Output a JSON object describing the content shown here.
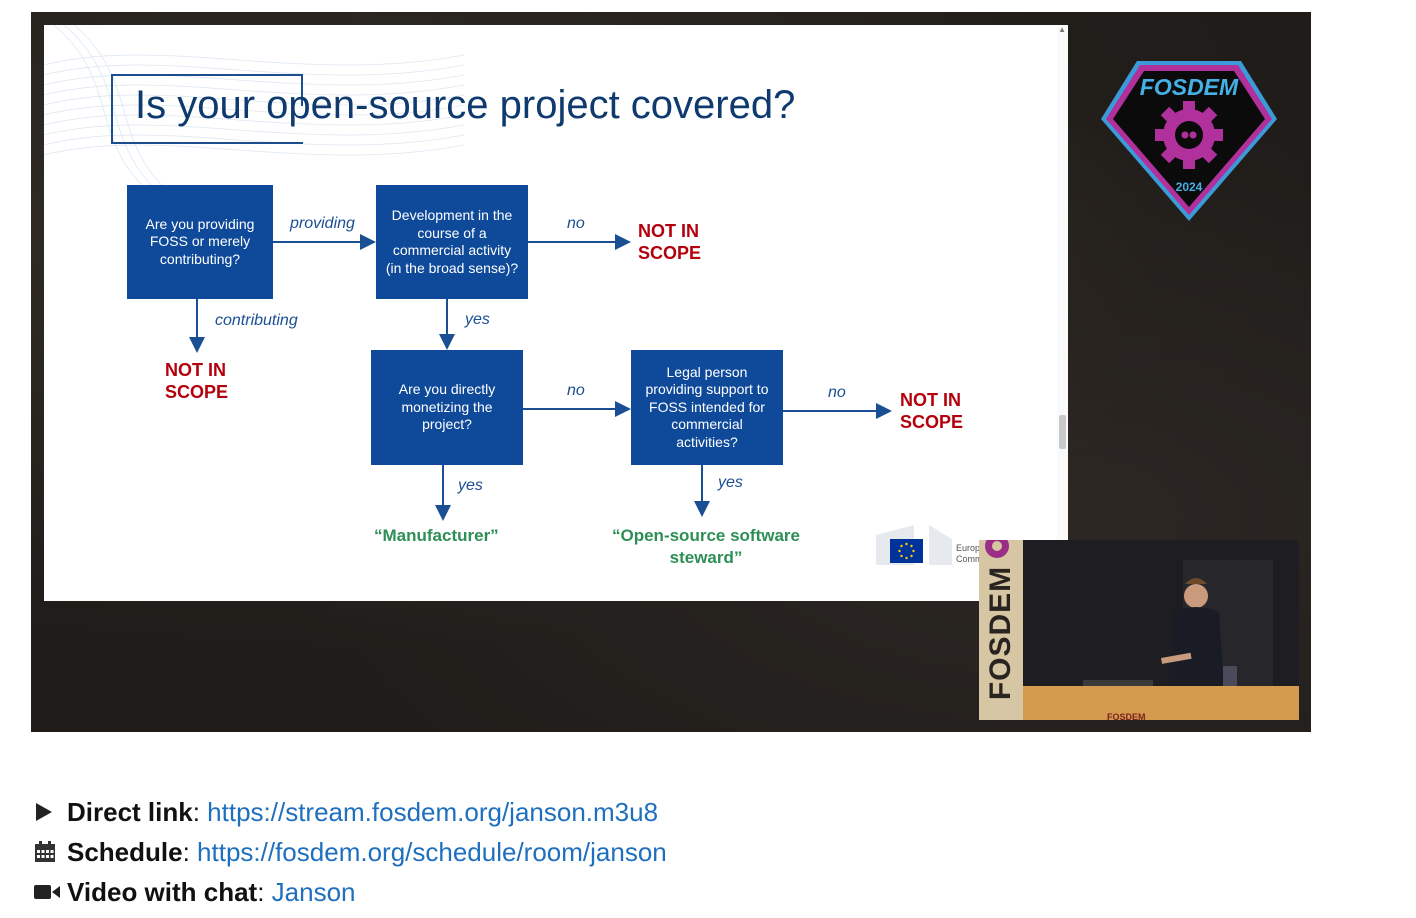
{
  "slide": {
    "title": "Is your open-source project covered?",
    "boxes": {
      "providing_question": "Are you providing FOSS or merely contributing?",
      "commercial_question": "Development in the course of a commercial activity (in the broad sense)?",
      "monetizing_question": "Are you directly monetizing the project?",
      "legal_person_question": "Legal person providing support to FOSS intended for commercial activities?"
    },
    "edges": {
      "providing": "providing",
      "contributing": "contributing",
      "no_1": "no",
      "yes_1": "yes",
      "no_2": "no",
      "no_3": "no",
      "yes_2": "yes",
      "yes_3": "yes"
    },
    "outcomes": {
      "not_in_scope_line1": "NOT IN",
      "not_in_scope_line2": "SCOPE",
      "manufacturer": "“Manufacturer”",
      "steward_line1": "“Open-source software",
      "steward_line2": "steward”"
    },
    "logo_text_line1": "Europ",
    "logo_text_line2": "Comm"
  },
  "badge": {
    "name": "FOSDEM",
    "year": "2024"
  },
  "camera": {
    "banner_text": "FOSDEM",
    "desk_text": "FOSDEM"
  },
  "info_list": [
    {
      "icon": "play-icon",
      "label": "Direct link",
      "link": "https://stream.fosdem.org/janson.m3u8"
    },
    {
      "icon": "calendar-icon",
      "label": "Schedule",
      "link": "https://fosdem.org/schedule/room/janson"
    },
    {
      "icon": "video-camera-icon",
      "label": "Video with chat",
      "link": "Janson"
    }
  ],
  "colors": {
    "slide_blue": "#0f4a9a",
    "not_in_scope_red": "#b3000c",
    "outcome_green": "#2e8f56",
    "link_blue": "#1f6fbf",
    "badge_magenta": "#b0309c"
  }
}
